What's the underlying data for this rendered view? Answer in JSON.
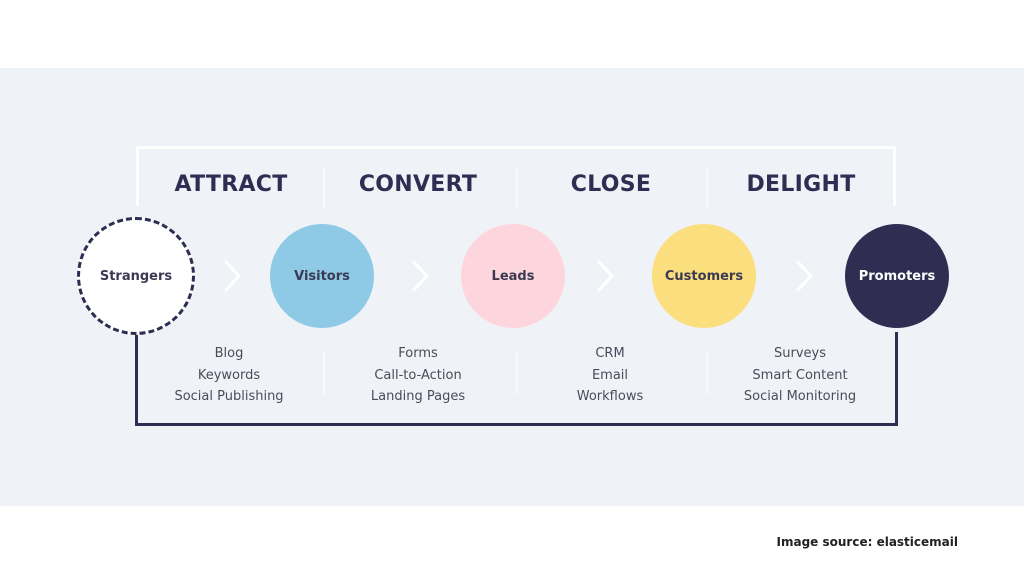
{
  "diagram": {
    "stages": [
      {
        "label": "ATTRACT",
        "tools": [
          "Blog",
          "Keywords",
          "Social Publishing"
        ]
      },
      {
        "label": "CONVERT",
        "tools": [
          "Forms",
          "Call-to-Action",
          "Landing Pages"
        ]
      },
      {
        "label": "CLOSE",
        "tools": [
          "CRM",
          "Email",
          "Workflows"
        ]
      },
      {
        "label": "DELIGHT",
        "tools": [
          "Surveys",
          "Smart Content",
          "Social Monitoring"
        ]
      }
    ],
    "nodes": [
      {
        "label": "Strangers",
        "color": "#ffffff",
        "style": "dashed"
      },
      {
        "label": "Visitors",
        "color": "#8ecae6"
      },
      {
        "label": "Leads",
        "color": "#fdd5dc"
      },
      {
        "label": "Customers",
        "color": "#fbdf7e"
      },
      {
        "label": "Promoters",
        "color": "#2f2d52",
        "text_color": "#ffffff"
      }
    ],
    "connector": "chevron-right-icon"
  },
  "footer": {
    "source": "Image source: elasticemail"
  },
  "colors": {
    "panel_bg": "#eff3f8",
    "navy": "#2f2d52"
  }
}
